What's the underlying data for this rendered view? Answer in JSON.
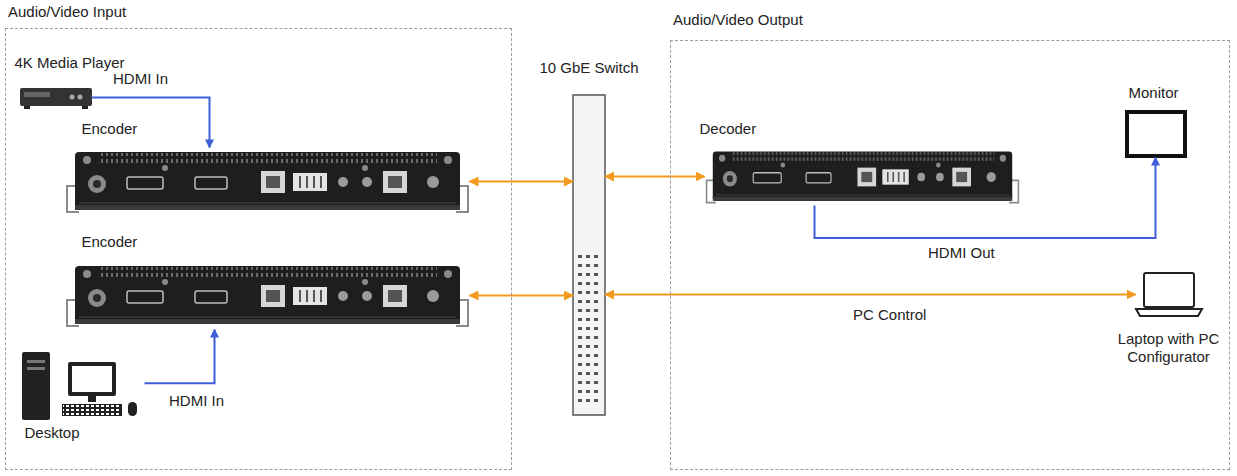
{
  "diagram": {
    "nodes": [
      {
        "text": [
          "Audio/Video Input"
        ]
      },
      {
        "text": [
          "4K Media Player"
        ],
        "in": 0
      },
      {
        "text": [
          "Encoder"
        ],
        "in": 0
      },
      {
        "text": [
          "Encoder"
        ],
        "in": 0
      },
      {
        "text": [
          "Desktop"
        ],
        "in": 0
      },
      {
        "text": [
          "10 GbE Switch"
        ]
      },
      {
        "text": [
          "Audio/Video Output"
        ]
      },
      {
        "text": [
          "Decoder"
        ],
        "in": 6
      },
      {
        "text": [
          "Monitor"
        ],
        "in": 6
      },
      {
        "text": [
          "Laptop with PC Configurator"
        ],
        "in": 6
      }
    ],
    "edges": [
      {
        "from": 1,
        "to": 2,
        "label": "HDMI In",
        "arrow": "to"
      },
      {
        "from": 4,
        "to": 3,
        "label": "HDMI In",
        "arrow": "to"
      },
      {
        "from": 2,
        "to": 5,
        "arrow": "both"
      },
      {
        "from": 3,
        "to": 5,
        "arrow": "both"
      },
      {
        "from": 5,
        "to": 7,
        "arrow": "both"
      },
      {
        "from": 5,
        "to": 9,
        "label": "PC Control",
        "arrow": "both"
      },
      {
        "from": 7,
        "to": 8,
        "label": "HDMI Out",
        "arrow": "to"
      }
    ]
  }
}
